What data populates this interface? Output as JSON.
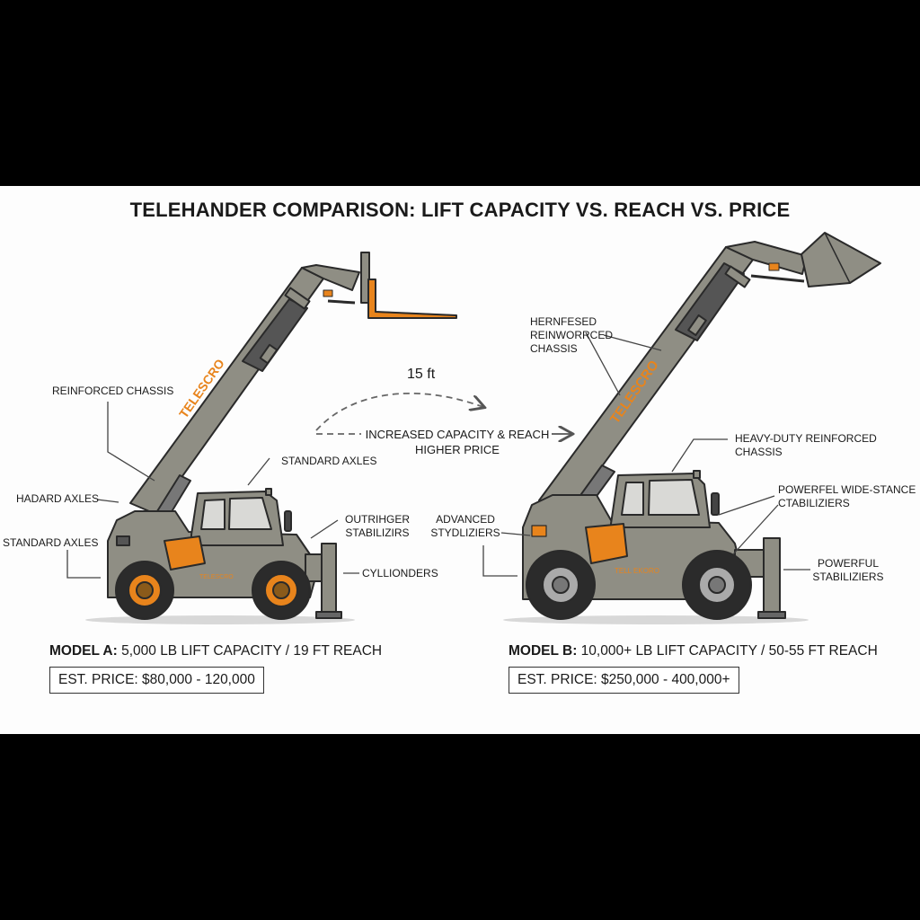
{
  "title": "TELEHANDER COMPARISON: LIFT CAPACITY VS. REACH VS. PRICE",
  "colors": {
    "body": "#8f8e84",
    "accent": "#e8841c",
    "tire": "#2b2b2b",
    "outline": "#2a2a2a",
    "background": "#fdfdfd"
  },
  "model_a": {
    "brand_boom": "TELESCRO",
    "brand_body": "TELESCRO",
    "attachment": "forks",
    "heading": "MODEL A:",
    "spec": "5,000 LB LIFT CAPACITY / 19 FT REACH",
    "price": "EST. PRICE: $80,000 - 120,000",
    "labels": {
      "reinforced_chassis": "REINFORCED CHASSIS",
      "standard_axles_top": "STANDARD AXLES",
      "hadard_axles": "HADARD AXLES",
      "standard_axles_left": "STANDARD AXLES",
      "outrigger_1": "OUTRIHGER",
      "outrigger_2": "STABILIZIRS",
      "cylinders": "CYLLIONDERS"
    }
  },
  "middle": {
    "reach_delta": "15 ft",
    "comparison_1": "INCREASED CAPACITY & REACH",
    "comparison_2": "HIGHER PRICE"
  },
  "model_b": {
    "brand_boom": "TELESCRO",
    "brand_body": "TELL EKORO",
    "attachment": "bucket",
    "heading": "MODEL B:",
    "spec": "10,000+ LB LIFT CAPACITY / 50-55 FT REACH",
    "price": "EST. PRICE: $250,000 - 400,000+",
    "labels": {
      "chassis_1": "HERNFESED",
      "chassis_2": "REINWORRCED",
      "chassis_3": "CHASSIS",
      "heavy_1": "HEAVY-DUTY REINFORCED",
      "heavy_2": "CHASSIS",
      "wide_1": "POWERFEL WIDE-STANCE",
      "wide_2": "CTABILIZIERS",
      "advanced_1": "ADVANCED",
      "advanced_2": "STYDLIZIERS",
      "powerful_1": "POWERFUL",
      "powerful_2": "STABILIZIERS"
    }
  }
}
